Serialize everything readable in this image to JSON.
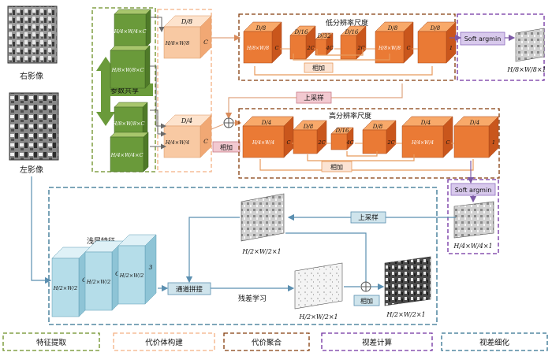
{
  "inputs": {
    "right_label": "右影像",
    "left_label": "左影像"
  },
  "feature_extraction": {
    "cube_labels": [
      "H/4×W/4×C",
      "H/8×W/8×C",
      "H/8×W/8×C",
      "H/4×W/4×C"
    ],
    "param_share_label": "参数共享"
  },
  "cost_volume": {
    "low": {
      "depth": "D/8",
      "side": "H/8×W/8",
      "channel": "C"
    },
    "high": {
      "depth": "D/4",
      "side": "H/4×W/4",
      "channel": "C"
    },
    "add_label": "相加"
  },
  "low_res": {
    "title": "低分辨率尺度",
    "depths": [
      "D/8",
      "D/16",
      "D/32",
      "D/16",
      "D/8",
      "D/8"
    ],
    "channels": [
      "C",
      "2C",
      "4C",
      "2C",
      "C",
      "1"
    ],
    "side": "H/8×W/8",
    "add_label": "相加"
  },
  "high_res": {
    "title": "高分辨率尺度",
    "depths": [
      "D/4",
      "D/8",
      "D/16",
      "D/8",
      "D/4",
      "D/4"
    ],
    "channels": [
      "C",
      "2C",
      "4C",
      "2C",
      "C",
      "1"
    ],
    "side": "H/4×W/4",
    "add_label": "相加"
  },
  "upsample_top": "上采样",
  "softargmin_top": "Soft argmin",
  "softargmin_mid": "Soft argmin",
  "disp_top_label": "H/8×W/8×1",
  "disp_mid_label": "H/4×W/4×1",
  "refine": {
    "upsample_label": "上采样",
    "upsampled_label": "H/2×W/2×1",
    "shallow_title": "浅层特征",
    "shallow_labels": [
      "H/2×W/2",
      "H/2×W/2",
      "H/2×W/2"
    ],
    "shallow_channels": [
      "C",
      "C",
      "3"
    ],
    "concat_label": "通道拼接",
    "residual_label": "残差学习",
    "residual_map_label": "H/2×W/2×1",
    "add_label": "相加",
    "final_label": "H/2×W/2×1"
  },
  "legend": [
    "特征提取",
    "代价体构建",
    "代价聚合",
    "视差计算",
    "视差细化"
  ],
  "colors": {
    "feature": "#6b8e23",
    "cost": "#f4b183",
    "aggregation": "#843c0c",
    "disparity": "#7030a0",
    "refine": "#31708f"
  }
}
